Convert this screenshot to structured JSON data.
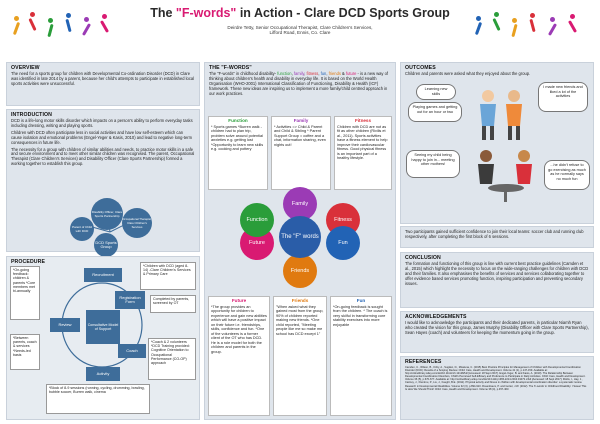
{
  "header": {
    "title_prefix": "The ",
    "title_quote": "\"F-words\"",
    "title_suffix": " in Action - Clare DCD Sports Group",
    "authors": "Deirdre Tetty, Senior Occupational Therapist, Clare Children's Services,",
    "address": "Lifford Road, Ennis, Co. Clare"
  },
  "overview": {
    "heading": "OVERVIEW",
    "text": "The need for a sports group for children with Developmental Co-ordination Disorder (DCD) in Clare was identified in late 2014 by a parent, because her child's attempts to participate in established local sports activities were unsuccessful."
  },
  "introduction": {
    "heading": "INTRODUCTION",
    "p1": "DCD is a life-long motor skills disorder which impacts on a person's ability to perform everyday tasks including dressing, writing and playing sports.",
    "p2": "Children with DCD often participate less in social activities and have low self-esteem which can cause isolation and emotional problems (Engel-Yeger & Kasis, 2010) and lead to negative long-term consequences in future life.",
    "p3": "The necessity for a group with children of similar abilities and needs, to practice motor skills in a safe and secure environment and to meet other similar children was recognised. The parent, Occupational Therapist (Clare Children's Services) and Disability Officer (Clare Sports Partnership) formed a working together to establish this group."
  },
  "intro_diagram": {
    "center": "DCD Sports Group",
    "nodes": [
      "Disability Officer, Clare Sports Partnership",
      "Occupational Therapist, Clare Children's Services",
      "Parent of Child with DCD"
    ]
  },
  "procedure": {
    "heading": "PROCEDURE",
    "center": "Consultative Model of Support",
    "steps": [
      "Recruitment",
      "Registration Form",
      "Coach",
      "Activity",
      "Review"
    ],
    "notes": {
      "left": "*On-going feedback: children & parents *Core members met bi-annually",
      "recruitment": "*Children with DCD (aged 8-14) -Clare Children's Services & Primary Care",
      "registration": "Completed by parents, screened by OT",
      "coach": "*Coach & 2 volunteers *DCD Training provided: Cognitive Orientation to Occupational Performance (CO-OP) approach",
      "between": "*Between parents, coach & services *Needs-led basis",
      "activity": "*Block of 8-9 sessions (running, cycling, drumming, bowling, bubble soccer, Burren walk, cinema"
    }
  },
  "fwords": {
    "heading": "THE \"F-WORDS\"",
    "intro_a": "The \"F-words\" in childhood disability-",
    "words": [
      {
        "w": "function",
        "c": "#2a9d3a"
      },
      {
        "w": "family",
        "c": "#9b3bb5"
      },
      {
        "w": "fitness",
        "c": "#d9303a"
      },
      {
        "w": "fun",
        "c": "#2263b5"
      },
      {
        "w": "friends",
        "c": "#e07a10"
      },
      {
        "w": "future",
        "c": "#d91a72"
      }
    ],
    "intro_b": "- is a new way of thinking about children's health and disability in everyday life. It is based on the World Health Organisation (WHO-2001) International Classification of Functioning, Disability & Health (ICF) framework. These new ideas are inspiring us to implement a more family/child centred approach in our work practices.",
    "function": {
      "h": "Function",
      "t": "* Sports games *Burren walk - children had to plan trip, problem solve around potential anxieties e.g. getting lost *Opportunity to learn new skills e.g. cooking and pottery"
    },
    "family": {
      "h": "Family",
      "t": "* Activities => Child & Parent and Child & Sibling * Parent Support Group = coffee and a chat, information sharing, even nights out!"
    },
    "fitness": {
      "h": "Fitness",
      "t": "Children with DCD are not as fit as other children (Rivilis et al., 2011). Sports activities have a fitness element to help improve their cardiovascular fitness. Good physical fitness is an important part of a healthy lifestyle."
    },
    "future": {
      "h": "Future",
      "t": "*The group provides an opportunity for children to experience and gain new abilities which will have a positive impact on their future i.e. friendships, skills, confidence and fun. *One of the volunteers is a former client of the OT who has DCD. He is a role model for both the children and parents in the group."
    },
    "friends": {
      "h": "Friends",
      "t": "\"When asked what they gained most from the group, 90% of children reported making new friends. *One child reported, \"Meeting people like me so make me school has DCD except 1\""
    },
    "fun": {
      "h": "Fun",
      "t": "*On-going feedback is sought from the children. * The coach is very skilful in transforming core stability exercises into more enjoyable"
    },
    "wheel": {
      "center": "The \"F\" words",
      "labels": [
        "Family",
        "Fitness",
        "Fun",
        "Friends",
        "Future",
        "Function"
      ]
    }
  },
  "outcomes": {
    "heading": "OUTCOMES",
    "text": "Children and parents were asked what they enjoyed about the group.",
    "bubbles": [
      "Learning new skills",
      "Playing games and getting out for an hour or two",
      "I made new friends and liked a lot of the activities",
      "Seeing my child being happy to join in... meeting other mothers!",
      "...he didn't refuse to go exercising as much as he normally says no much fun"
    ],
    "summary": "Two participants gained sufficient confidence to join their local teams: soccer club and running club respectively, after completing the first block of 6 sessions."
  },
  "conclusion": {
    "heading": "CONCLUSION",
    "text": "The formation and functioning of this group is line with current best practice guidelines (Camden et al., 2015) which highlight the necessity to focus on the wide-ranging challenges for children with DCD and their families. It also emphasises the benefits of services and services collaborating together to offer evidence based services promoting function, inspiring participation and preventing secondary issues."
  },
  "acknowledgements": {
    "heading": "ACKNOWLEDGEMENTS",
    "text": "I would like to acknowledge the participants and their dedicated parents, in particular Niamh Ryan who created the vision for this group, James Murphy (Disability Officer with Clare Sports Partnership), Sean Hayes (coach) and volunteers for keeping the momentum going in the group."
  },
  "references": {
    "heading": "REFERENCES",
    "text": "Camden, C., Wilson, B., Kirby, A., Sugden, D., Missiuna, C. (2015) Best Practice Principles for Management of Children with Developmental Coordination Disorder (DCD): Results of a Scoping Review. Child: Care, Health and Development. Volume 41 (1), p.147-159. Available at: http://onlinelibrary.wiley.com/doi/10.1111/cch.12128/full [Accessed: 18 Sept 2017]. Engel-Yeger, B. and Kasis, A. (2010). The Relationship Between Developmental Coordination Disorders, Child's Perceived Self-Efficacy and Preference to Participate in Daily Activities. Child: Care, Health and Development. Volume 36 (5), p.670-677. Available at: http://onlinelibrary.wiley.com/doi/10.1111/j.1365-2214.2010.01073.x/full [Accessed: 18 Sept 2017]. Rivilis, I., Hay, J., Cairney, J., Klentrou, P., Liu, J., Faught, B.E. (2011). Physical activity and fitness in children with developmental coordination disorder: a systematic review. Research in Developmental Disabilities. Volume 32 (3), p.894-910. Rosenbaum, P. and Gorter, J.W. (2012). The 'F-words' in Childhood Disability: I Swear This Is How We Should Think! Child: Care, Health and Development. Volume 38 (4), p.457-463."
  }
}
